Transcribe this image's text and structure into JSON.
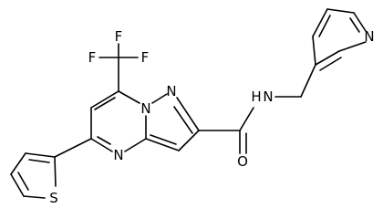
{
  "molecule": {
    "atoms": {
      "f_top": "F",
      "f_left": "F",
      "f_right": "F",
      "n_pyridine": "N",
      "n_amide_h": "H",
      "n_amide_n": "N",
      "n_ring_bridge": "N",
      "n_ring_pyrazole": "N",
      "n_ring_pyrimidine": "N",
      "s_thiophene": "S",
      "o_carbonyl": "O"
    }
  },
  "colors": {
    "bond": "#000000",
    "label": "#000000",
    "background": "#ffffff"
  }
}
